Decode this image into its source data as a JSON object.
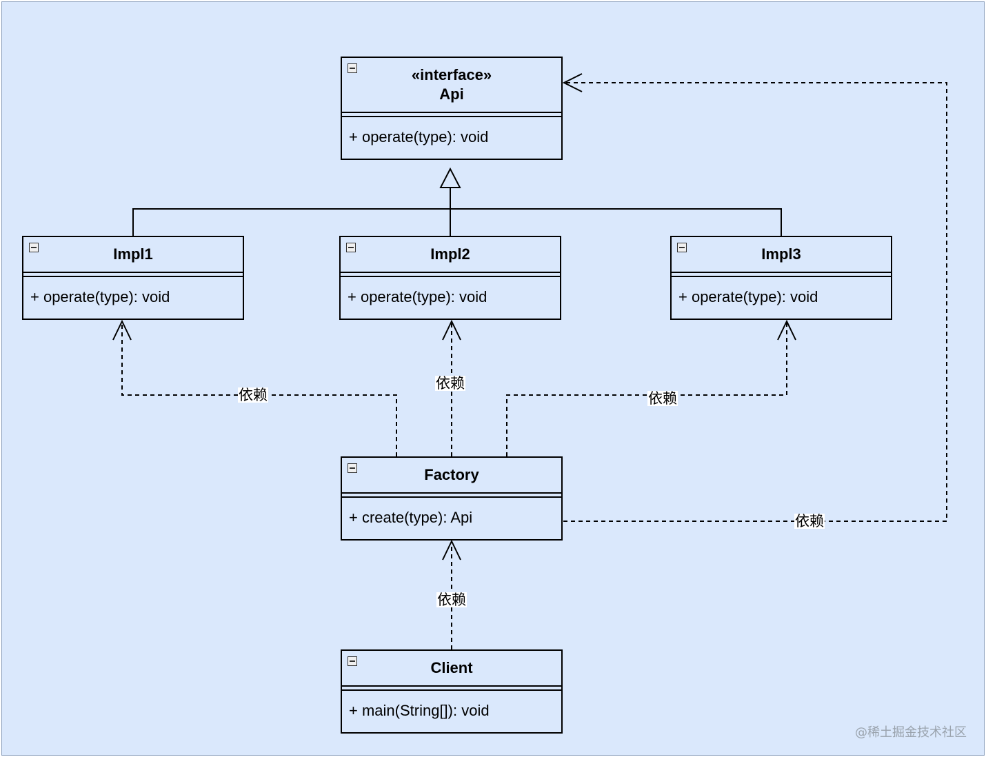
{
  "classes": {
    "api": {
      "stereotype": "«interface»",
      "name": "Api",
      "op": "+ operate(type): void"
    },
    "impl1": {
      "name": "Impl1",
      "op": "+ operate(type): void"
    },
    "impl2": {
      "name": "Impl2",
      "op": "+ operate(type): void"
    },
    "impl3": {
      "name": "Impl3",
      "op": "+ operate(type): void"
    },
    "factory": {
      "name": "Factory",
      "op": "+ create(type): Api"
    },
    "client": {
      "name": "Client",
      "op": "+ main(String[]): void"
    }
  },
  "relations": {
    "factory_impl1": "依赖",
    "factory_impl2": "依赖",
    "factory_impl3": "依赖",
    "factory_api": "依赖",
    "client_factory": "依赖"
  },
  "watermark": "@稀土掘金技术社区",
  "colors": {
    "background": "#dae8fc",
    "line": "#000000"
  }
}
